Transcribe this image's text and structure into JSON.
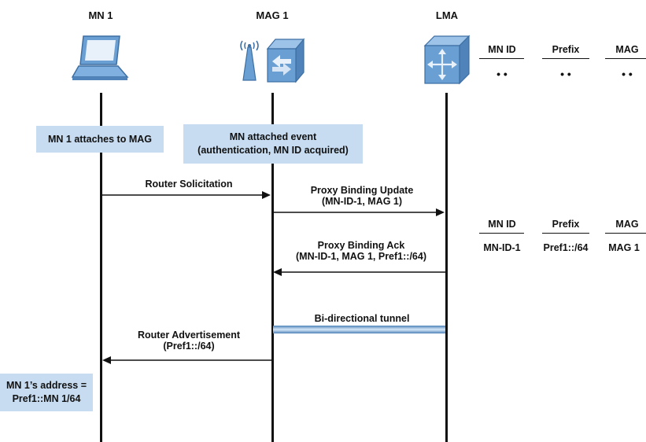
{
  "entities": {
    "mn": "MN 1",
    "mag": "MAG 1",
    "lma": "LMA"
  },
  "notes": {
    "mn_attaches": "MN 1 attaches to MAG",
    "attached_event_line1": "MN attached event",
    "attached_event_line2": "(authentication, MN ID acquired)",
    "mn_address_line1": "MN 1’s address =",
    "mn_address_line2": "Pref1::MN 1/64"
  },
  "messages": {
    "router_solicitation": "Router Solicitation",
    "pbu_line1": "Proxy Binding Update",
    "pbu_line2": "(MN-ID-1, MAG 1)",
    "pba_line1": "Proxy Binding Ack",
    "pba_line2": "(MN-ID-1, MAG 1, Pref1::/64)",
    "tunnel": "Bi-directional tunnel",
    "ra_line1": "Router Advertisement",
    "ra_line2": "(Pref1::/64)"
  },
  "binding_table_empty": {
    "headers": [
      "MN ID",
      "Prefix",
      "MAG"
    ],
    "values": [
      "• •",
      "• •",
      "• •"
    ]
  },
  "binding_table_filled": {
    "headers": [
      "MN ID",
      "Prefix",
      "MAG"
    ],
    "values": [
      "MN-ID-1",
      "Pref1::/64",
      "MAG 1"
    ]
  },
  "colors": {
    "note_fill": "#c7dcf1",
    "device_blue": "#6a9fd4",
    "tunnel": "#8ab4de"
  }
}
